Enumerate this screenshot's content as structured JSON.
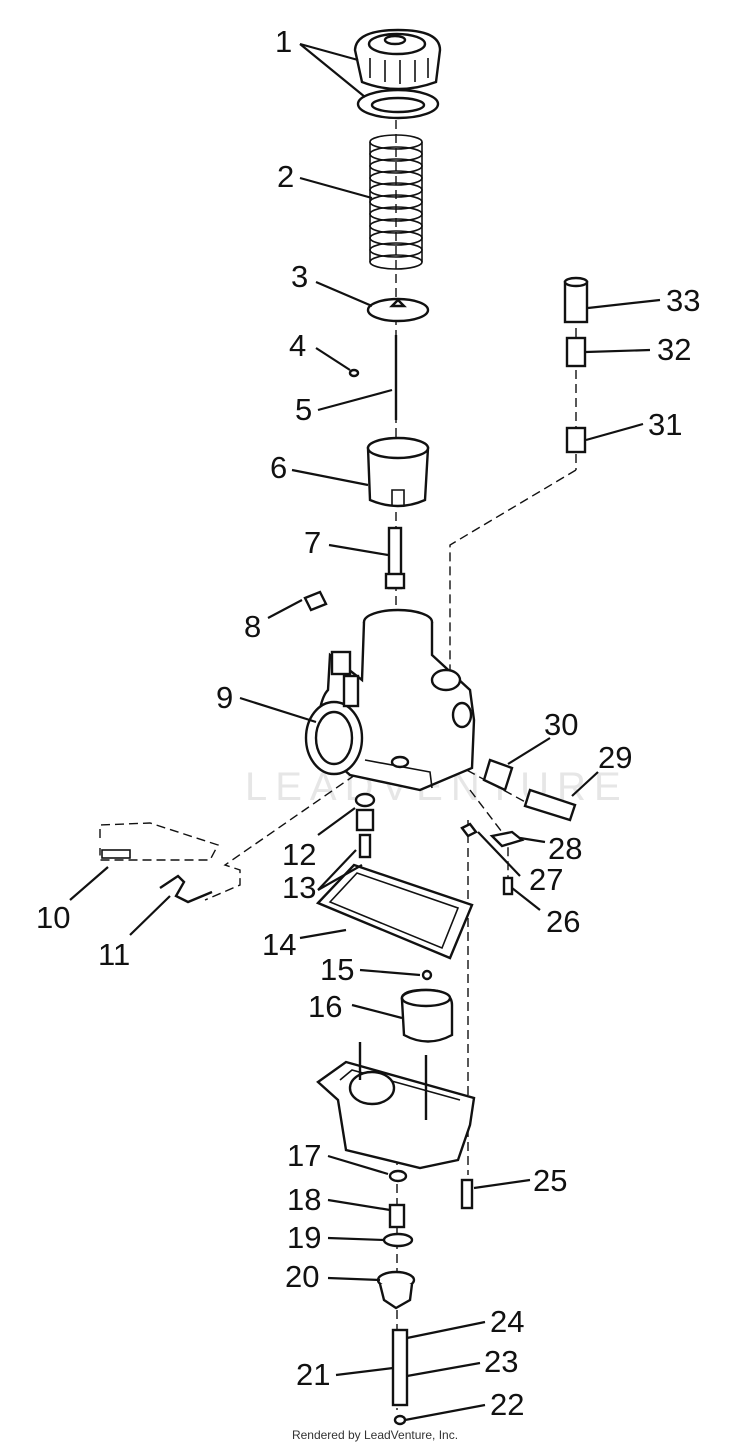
{
  "watermark": "LEADVENTURE",
  "credit": "Rendered by LeadVenture, Inc.",
  "callouts": [
    {
      "label": "1"
    },
    {
      "label": "2"
    },
    {
      "label": "3"
    },
    {
      "label": "4"
    },
    {
      "label": "5"
    },
    {
      "label": "6"
    },
    {
      "label": "7"
    },
    {
      "label": "8"
    },
    {
      "label": "9"
    },
    {
      "label": "10"
    },
    {
      "label": "11"
    },
    {
      "label": "12"
    },
    {
      "label": "13"
    },
    {
      "label": "14"
    },
    {
      "label": "15"
    },
    {
      "label": "16"
    },
    {
      "label": "17"
    },
    {
      "label": "18"
    },
    {
      "label": "19"
    },
    {
      "label": "20"
    },
    {
      "label": "21"
    },
    {
      "label": "22"
    },
    {
      "label": "23"
    },
    {
      "label": "24"
    },
    {
      "label": "25"
    },
    {
      "label": "26"
    },
    {
      "label": "27"
    },
    {
      "label": "28"
    },
    {
      "label": "29"
    },
    {
      "label": "30"
    },
    {
      "label": "31"
    },
    {
      "label": "32"
    },
    {
      "label": "33"
    }
  ]
}
